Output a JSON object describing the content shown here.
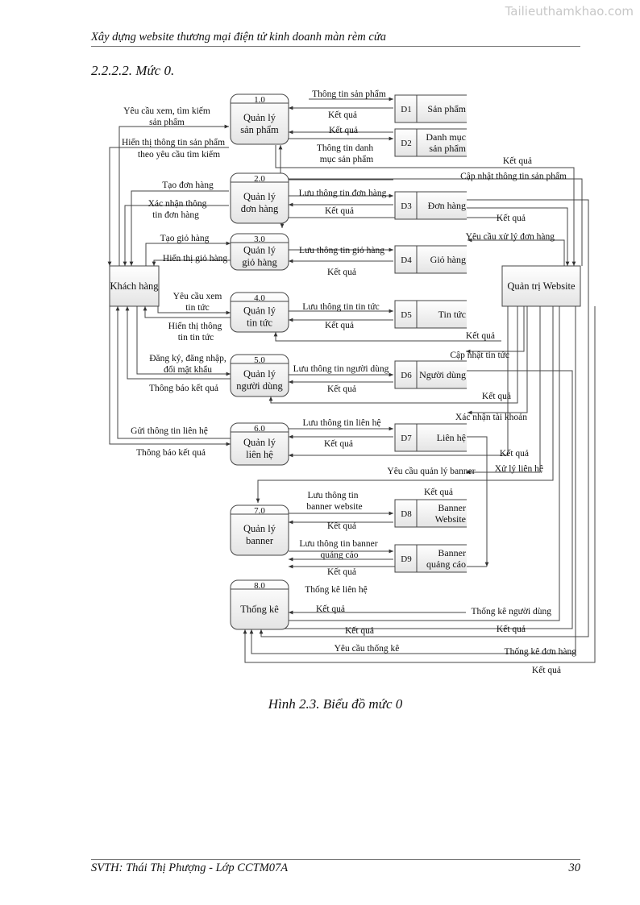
{
  "watermark": "Tailieuthamkhao.com",
  "header": {
    "running_title": "Xây dựng website thương mại điện tử kinh doanh màn rèm cửa"
  },
  "section": {
    "title": "2.2.2.2. Mức 0."
  },
  "diagram": {
    "external_entities": [
      {
        "id": "khach-hang",
        "label": "Khách hàng"
      },
      {
        "id": "quan-tri",
        "label": "Quản trị Website"
      }
    ],
    "processes": [
      {
        "num": "1.0",
        "lines": [
          "Quản lý",
          "sản phẩm"
        ]
      },
      {
        "num": "2.0",
        "lines": [
          "Quản lý",
          "đơn hàng"
        ]
      },
      {
        "num": "3.0",
        "lines": [
          "Quản lý",
          "giỏ hàng"
        ]
      },
      {
        "num": "4.0",
        "lines": [
          "Quản lý",
          "tin tức"
        ]
      },
      {
        "num": "5.0",
        "lines": [
          "Quản lý",
          "người dùng"
        ]
      },
      {
        "num": "6.0",
        "lines": [
          "Quản lý",
          "liên hệ"
        ]
      },
      {
        "num": "7.0",
        "lines": [
          "Quản lý",
          "banner"
        ]
      },
      {
        "num": "8.0",
        "lines": [
          "Thống kê"
        ]
      }
    ],
    "data_stores": [
      {
        "id": "D1",
        "lines": [
          "Sản phẩm"
        ]
      },
      {
        "id": "D2",
        "lines": [
          "Danh mục",
          "sản phẩm"
        ]
      },
      {
        "id": "D3",
        "lines": [
          "Đơn hàng"
        ]
      },
      {
        "id": "D4",
        "lines": [
          "Giỏ hàng"
        ]
      },
      {
        "id": "D5",
        "lines": [
          "Tin tức"
        ]
      },
      {
        "id": "D6",
        "lines": [
          "Người dùng"
        ]
      },
      {
        "id": "D7",
        "lines": [
          "Liên hệ"
        ]
      },
      {
        "id": "D8",
        "lines": [
          "Banner",
          "Website"
        ]
      },
      {
        "id": "D9",
        "lines": [
          "Banner",
          "quảng cáo"
        ]
      }
    ],
    "flow_labels": [
      "Yêu cầu xem, tìm kiếm",
      "sản phẩm",
      "Hiển thị thông tin sản phẩm",
      "theo yêu cầu tìm kiếm",
      "Thông tin sản phẩm",
      "Kết quả",
      "Kết quả",
      "Thông tin danh",
      "mục sản phẩm",
      "Kết quả",
      "Cập nhật thông tin sản phẩm",
      "Tạo đơn hàng",
      "Xác nhận thông",
      "tin đơn hàng",
      "Lưu thông tin đơn hàng",
      "Kết quả",
      "Kết quả",
      "Tạo giỏ hàng",
      "Hiển thị giỏ hàng",
      "Lưu thông tin giỏ hàng",
      "Kết quả",
      "Yêu cầu xử lý đơn hàng",
      "Yêu cầu xem",
      "tin tức",
      "Hiển thị thông",
      "tin tin tức",
      "Lưu thông tin tin tức",
      "Kết quả",
      "Kết quả",
      "Cập nhật tin tức",
      "Đăng ký, đăng nhập,",
      "đổi mật khẩu",
      "Thông báo kết quả",
      "Lưu thông tin người dùng",
      "Kết quả",
      "Kết quả",
      "Xác nhận tài khoản",
      "Gửi thông tin liên hệ",
      "Thông báo kết quả",
      "Lưu thông tin liên hệ",
      "Kết quả",
      "Kết quả",
      "Xử lý liên hệ",
      "Yêu cầu quản lý banner",
      "Kết quả",
      "Lưu thông tin",
      "banner website",
      "Kết quả",
      "Lưu thông tin banner",
      "quảng cáo",
      "Kết quả",
      "Thống kê liên hệ",
      "Kết quả",
      "Thống kê người dùng",
      "Kết quả",
      "Kết quả",
      "Yêu cầu thống kê",
      "Thống kê đơn hàng",
      "Kết quả"
    ]
  },
  "caption": "Hình 2.3. Biểu đồ mức 0",
  "footer": {
    "left": "SVTH: Thái Thị Phượng - Lớp CCTM07A",
    "page_number": "30"
  }
}
